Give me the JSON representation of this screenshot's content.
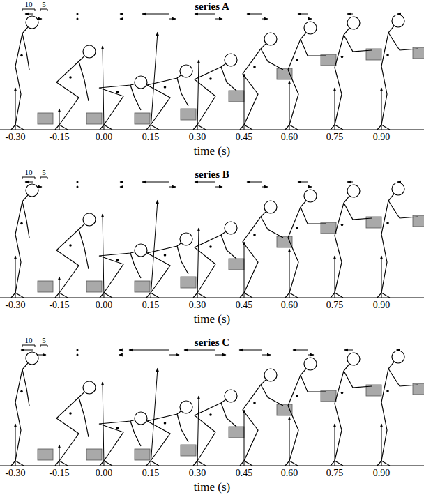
{
  "diagram": {
    "labels": [
      "series A",
      "10",
      "5",
      "-0.30",
      "-0.15",
      "0.00",
      "0.15",
      "0.30",
      "0.45",
      "0.60",
      "0.75",
      "0.90",
      "time (s)",
      "series B",
      "10",
      "5",
      "-0.30",
      "-0.15",
      "0.00",
      "0.15",
      "0.30",
      "0.45",
      "0.60",
      "0.75",
      "0.90",
      "time (s)",
      "series C",
      "10",
      "5",
      "-0.30",
      "-0.15",
      "0.00",
      "0.15",
      "0.30",
      "0.45",
      "0.60",
      "0.75",
      "0.90",
      "time (s)"
    ]
  }
}
